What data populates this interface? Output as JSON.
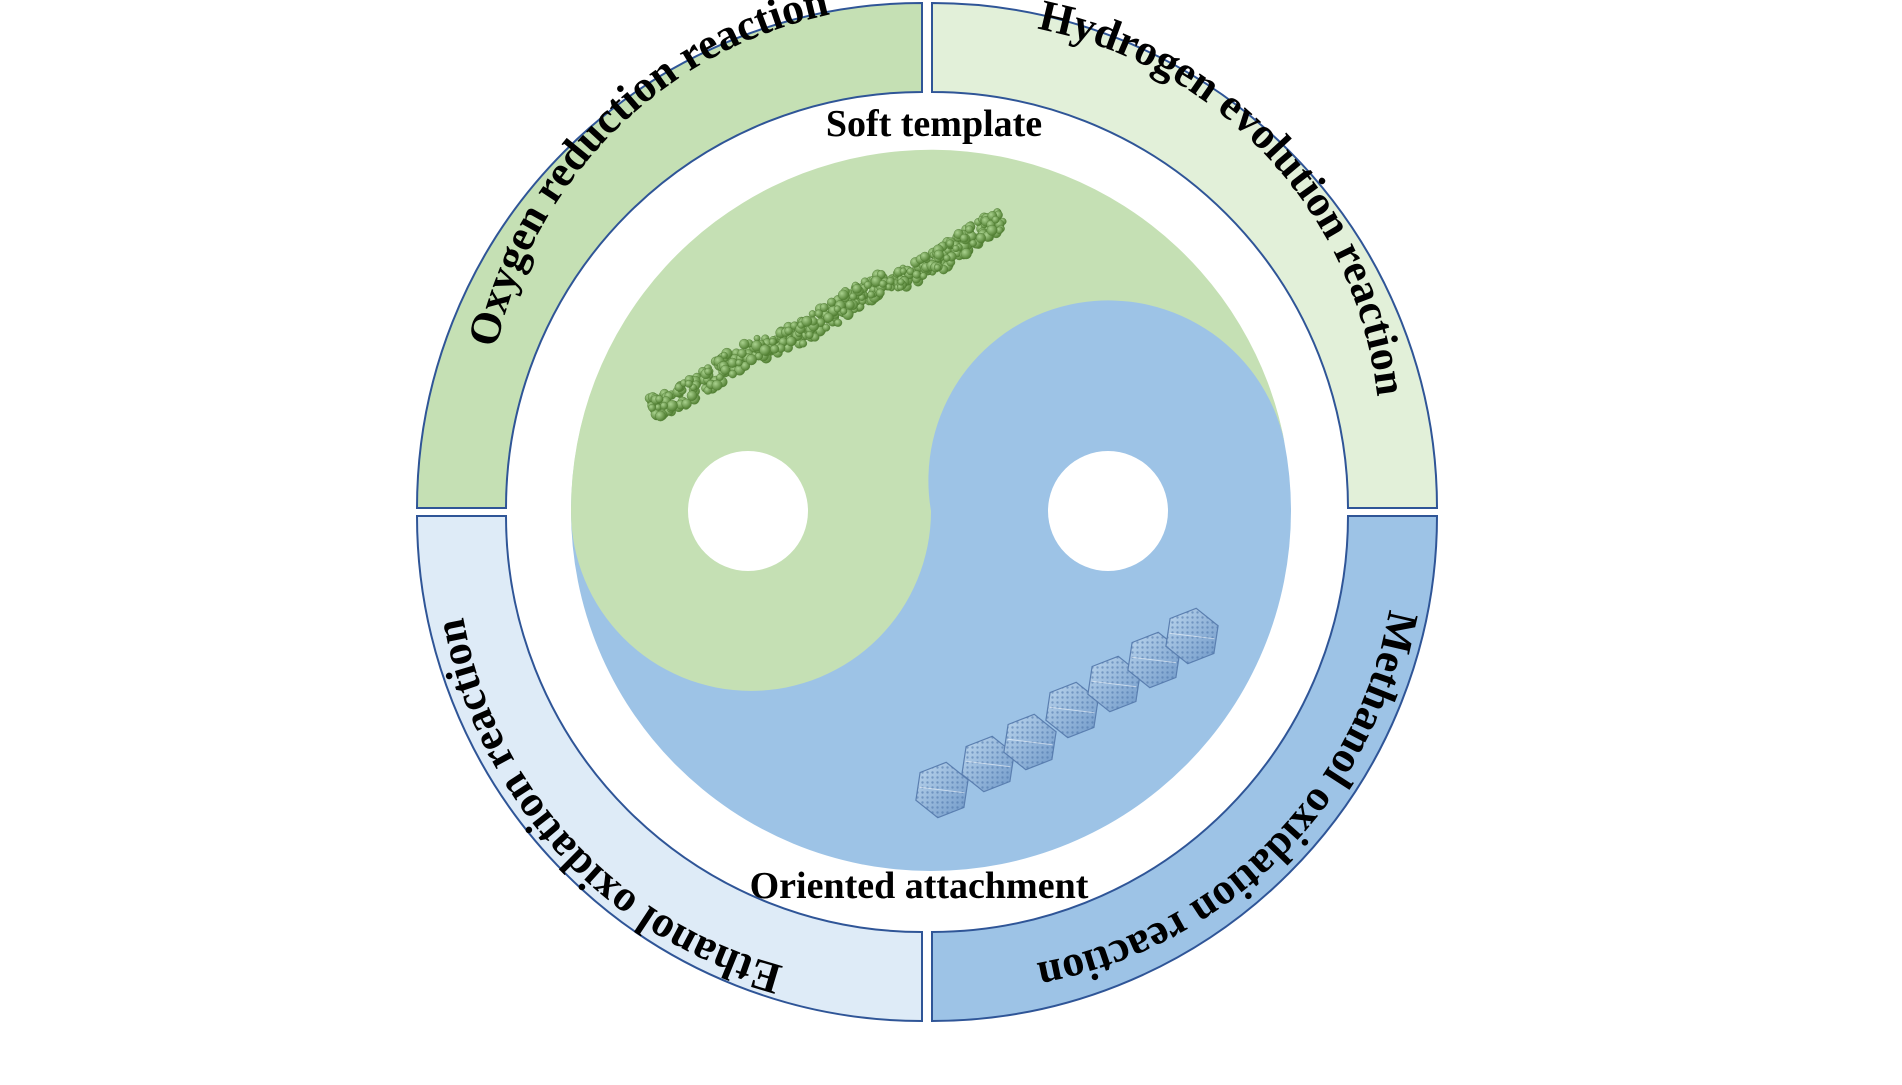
{
  "ring_segments": {
    "top_left": {
      "label": "Oxygen reduction reaction",
      "fill": "#c5e0b4"
    },
    "top_right": {
      "label": "Hydrogen evolution reaction",
      "fill": "#e2f0d9"
    },
    "bottom_right": {
      "label": "Methanol oxidation reaction",
      "fill": "#9dc3e6"
    },
    "bottom_left": {
      "label": "Ethanol oxidation reaction",
      "fill": "#deebf7"
    }
  },
  "ring_border_color": "#2f5597",
  "center": {
    "top_label": "Soft template",
    "bottom_label": "Oriented attachment",
    "green_half_color": "#c5e0b4",
    "blue_half_color": "#9dc3e6",
    "nanowire_color": "#70ad47",
    "nanocrystal_color": "#8faadc"
  }
}
